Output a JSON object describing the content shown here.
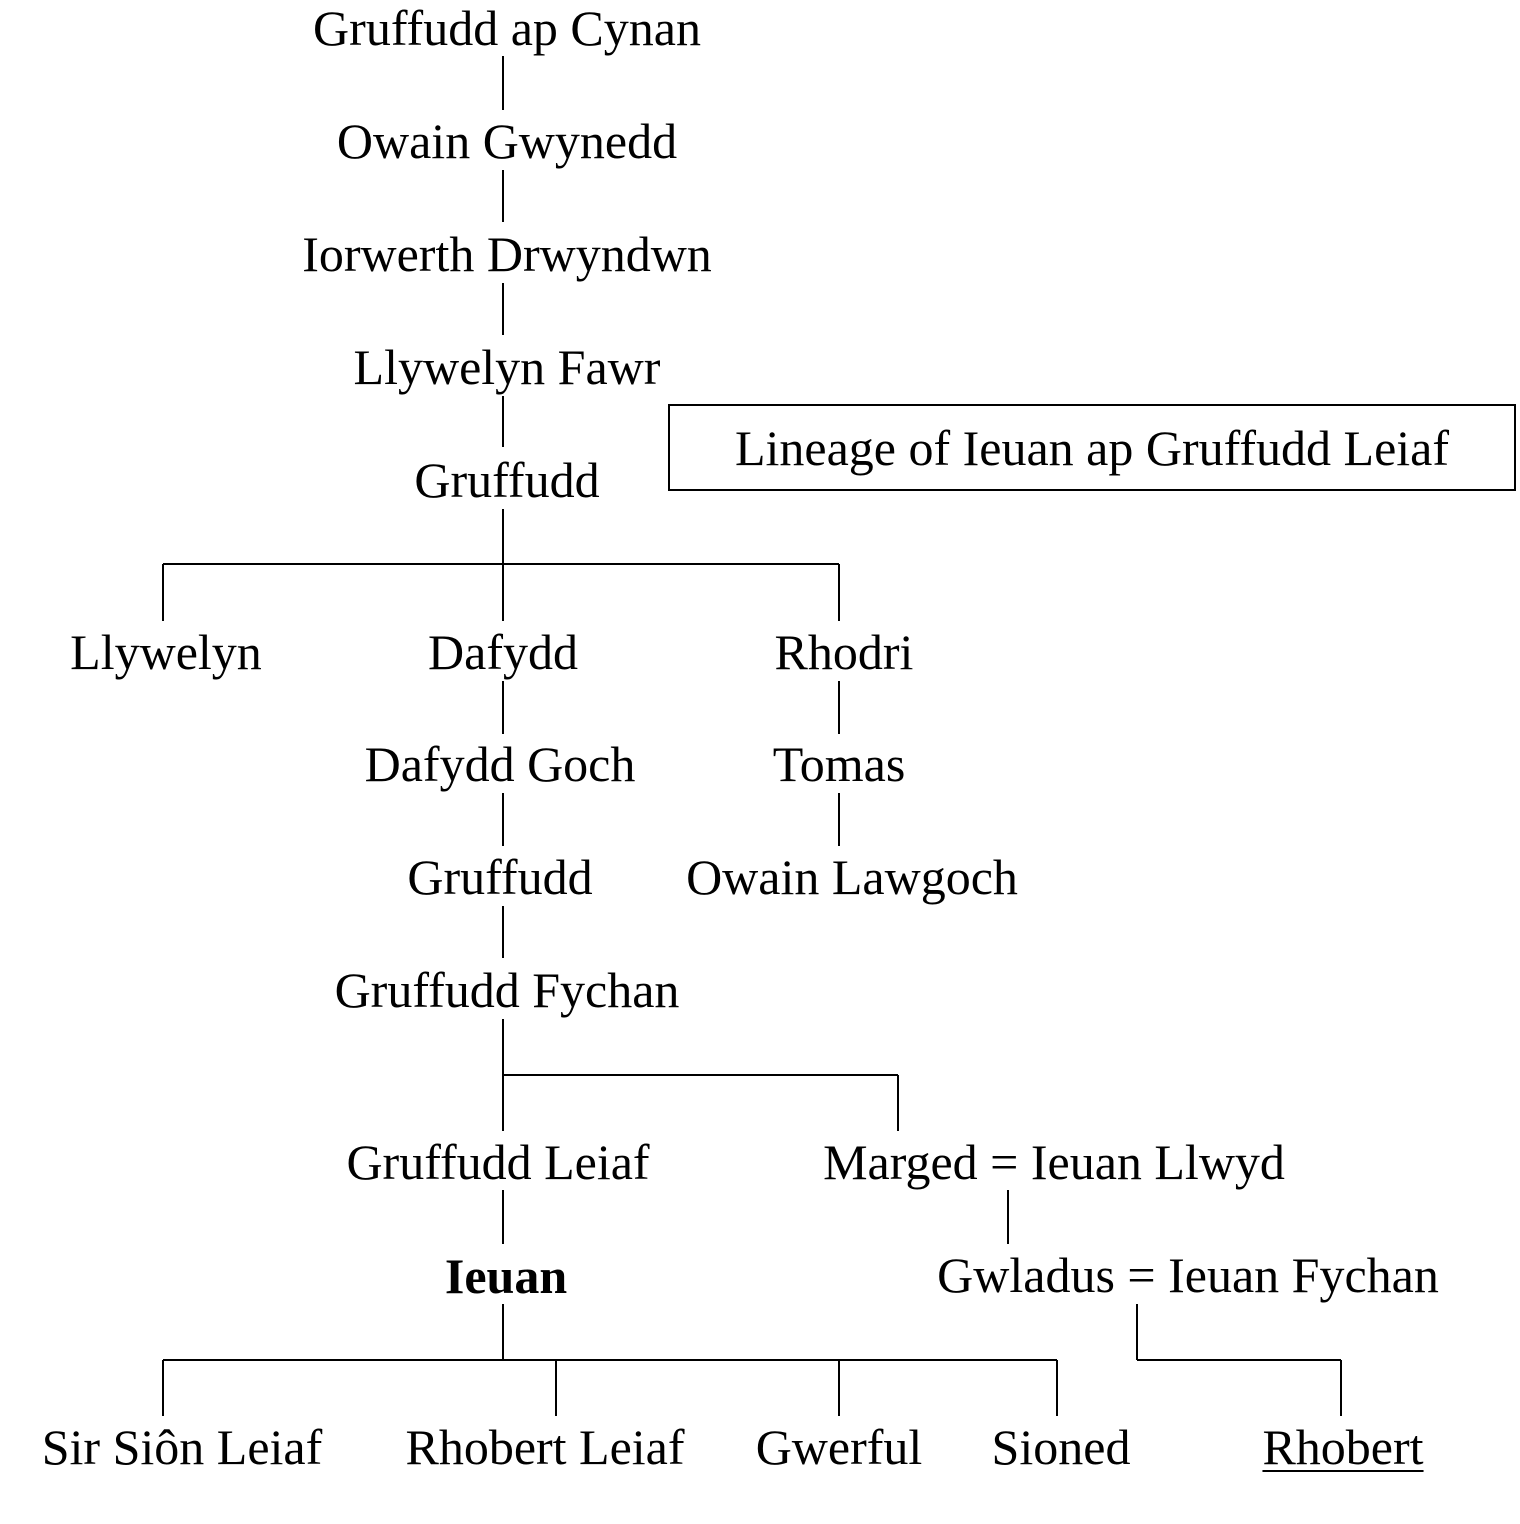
{
  "title": "Lineage of Ieuan ap Gruffudd Leiaf",
  "people": {
    "gruffudd_ap_cynan": "Gruffudd ap Cynan",
    "owain_gwynedd": "Owain Gwynedd",
    "iorwerth_drwyndwn": "Iorwerth Drwyndwn",
    "llywelyn_fawr": "Llywelyn Fawr",
    "gruffudd_1": "Gruffudd",
    "llywelyn": "Llywelyn",
    "dafydd": "Dafydd",
    "rhodri": "Rhodri",
    "dafydd_goch": "Dafydd Goch",
    "tomas": "Tomas",
    "gruffudd_2": "Gruffudd",
    "owain_lawgoch": "Owain Lawgoch",
    "gruffudd_fychan": "Gruffudd Fychan",
    "gruffudd_leiaf": "Gruffudd Leiaf",
    "marged_ieuan_llwyd": "Marged = Ieuan Llwyd",
    "ieuan": "Ieuan",
    "gwladus_ieuan_fychan": "Gwladus = Ieuan Fychan",
    "sir_sion_leiaf": "Sir Siôn Leiaf",
    "rhobert_leiaf": "Rhobert Leiaf",
    "gwerful": "Gwerful",
    "sioned": "Sioned",
    "rhobert": "Rhobert"
  },
  "colors": {
    "line": "#000000",
    "text": "#000000",
    "background": "#ffffff"
  }
}
